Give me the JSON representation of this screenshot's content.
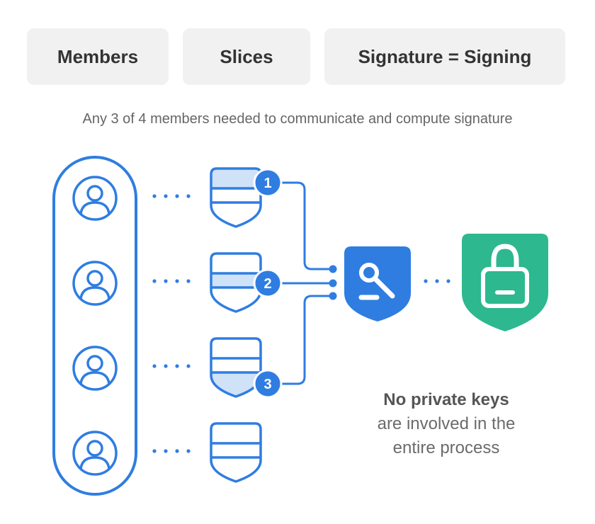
{
  "headers": {
    "members": "Members",
    "slices": "Slices",
    "signature": "Signature = Signing"
  },
  "subtitle": "Any 3 of 4 members needed to communicate and compute signature",
  "members": [
    {
      "icon": "user-icon"
    },
    {
      "icon": "user-icon"
    },
    {
      "icon": "user-icon"
    },
    {
      "icon": "user-icon"
    }
  ],
  "slices": [
    {
      "badge": "1",
      "filled_band": "top"
    },
    {
      "badge": "2",
      "filled_band": "middle"
    },
    {
      "badge": "3",
      "filled_band": "bottom"
    },
    {
      "badge": "",
      "filled_band": "none"
    }
  ],
  "note": {
    "bold": "No private keys",
    "line2": "are involved in the",
    "line3": "entire process"
  },
  "colors": {
    "blue": "#2f7de1",
    "light_blue": "#cfe2f8",
    "green": "#2db88f",
    "header_bg": "#f1f1f1"
  },
  "icons": {
    "signing_shield": "key-shield-icon",
    "result_shield": "lock-shield-icon"
  }
}
